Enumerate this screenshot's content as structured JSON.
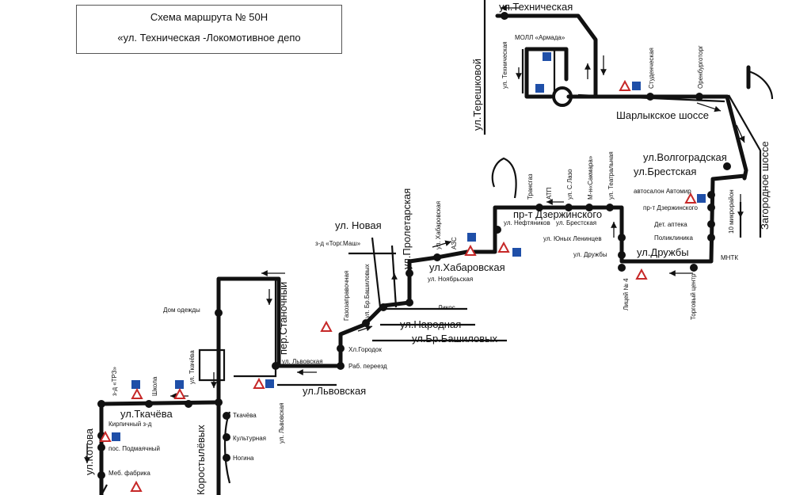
{
  "title": {
    "line1": "Схема маршрута № 50Н",
    "line2": "«ул. Техническая -Локомотивное депо"
  },
  "streets": {
    "tekhnicheskaya": "ул.Техническая",
    "tereshkovoy": "ул.Терешковой",
    "sharlykskoe": "Шарлыкское шоссе",
    "zagorodnoe": "Загородное шоссе",
    "volgogradskaya": "ул.Волгоградская",
    "brestskaya": "ул.Брестская",
    "dzerzhinskogo": "пр-т Дзержинского",
    "druzhby": "ул.Дружбы",
    "novaya": "ул. Новая",
    "proletarskaya": "ул.Пролетарская",
    "khabarovskaya": "ул.Хабаровская",
    "narodnaya": "ул.Народная",
    "br_bashilovykh": "ул.Бр.Башиловых",
    "stanochny": "пер.Станочный",
    "lvovskaya": "ул.Львовская",
    "tkacheva": "ул.Ткачёва",
    "kotova": "ул.Котова",
    "korostylevykh": "Коростылёвых"
  },
  "stops": {
    "tekhnicheskaya": "ул. Техническая",
    "moll_armada": "МОЛЛ «Армада»",
    "studencheskaya": "Студенческая",
    "orenburgotorg": "Оренбурготорг",
    "transgaz": "Трансгаз",
    "atp": "АТП",
    "s_lazo": "ул. С.Лазо",
    "m_n_sakmara": "М-н«Сакмара»",
    "teatralnaya": "ул. Театральная",
    "neftyannikov": "ул. Нефтяников",
    "brestskaya": "ул. Брестская",
    "avtosalon": "автосалон Автомир",
    "pr_dzerzhinskogo": "пр-т Дзержинского",
    "det_apteka": "Дет. аптека",
    "poliklinika": "Поликлиника",
    "yunykh_lenintsev": "ул. Юных Ленинцев",
    "druzhby": "ул. Дружбы",
    "mntk": "МНТК",
    "mikrorayon10": "10 микрорайон",
    "litsey4": "Лицей № 4",
    "torgovy_tsentr": "Торговый центр",
    "khabarovskaya": "ул. Хабаровская",
    "azs": "АЗС",
    "noyabrskaya": "ул. Ноябрьская",
    "likos": "Ликос",
    "zd_torgmash": "з-д «Торг.Маш»",
    "gazozapravochnaya": "Газозаправочная",
    "br_bashilovykh": "ул. Бр.Башиловых",
    "khl_gorodok": "Хл.Городок",
    "rab_pereezd": "Раб. переезд",
    "lvovskaya": "ул. Львовская",
    "lvovskaya_v": "ул. Львовская",
    "dom_odezhdy": "Дом одежды",
    "tkacheva": "ул. Ткачёва",
    "tkacheva2": "Ткачёва",
    "kulturnaya": "Культурная",
    "nogina": "Ногина",
    "zd_trz": "з-д «ТРЗ»",
    "shkola": "Школа",
    "kirpichny": "Кирпичный з-д",
    "pos_podmayachny": "пос. Подмаячный",
    "meb_fabrika": "Меб. фабрика"
  },
  "colors": {
    "route": "#111111",
    "sign_blue": "#1f4fa8",
    "sign_red": "#c62828"
  }
}
